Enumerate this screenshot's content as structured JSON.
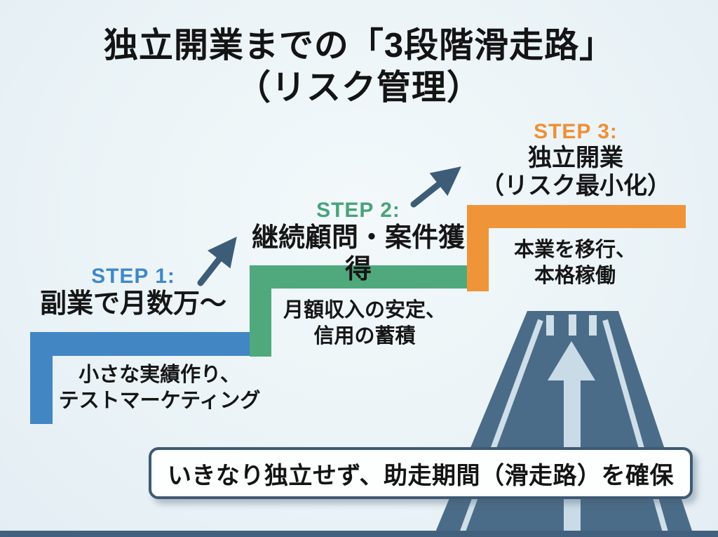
{
  "title": {
    "line1": "独立開業までの「3段階滑走路」",
    "line2": "（リスク管理）"
  },
  "steps": [
    {
      "label": "STEP 1:",
      "heading_lines": [
        "副業で月数万〜"
      ],
      "description_lines": [
        "小さな実績作り、",
        "テストマーケティング"
      ],
      "bar_color": "#4287c4",
      "label_color": "#3f88c9"
    },
    {
      "label": "STEP 2:",
      "heading_lines": [
        "継続顧問・案件獲得"
      ],
      "description_lines": [
        "月額収入の安定、",
        "信用の蓄積"
      ],
      "bar_color": "#4fa97c",
      "label_color": "#47a379"
    },
    {
      "label": "STEP 3:",
      "heading_lines": [
        "独立開業",
        "（リスク最小化）"
      ],
      "description_lines": [
        "本業を移行、",
        "本格稼働"
      ],
      "bar_color": "#f0943a",
      "label_color": "#ef8f33"
    }
  ],
  "banner": {
    "text": "いきなり独立せず、助走期間（滑走路）を確保"
  },
  "icons": {
    "runway": "runway-with-up-arrow-icon",
    "step_arrow": "diagonal-up-right-arrow-icon"
  },
  "colors": {
    "background": "#eaf2f6",
    "step1_blue": "#4287c4",
    "step2_green": "#4fa97c",
    "step3_orange": "#f0943a",
    "arrow_slate": "#3d5c78",
    "road_fill": "#4b6c88",
    "road_markings": "#cfdfe9",
    "banner_border": "#3e5a74",
    "text": "#141414"
  }
}
